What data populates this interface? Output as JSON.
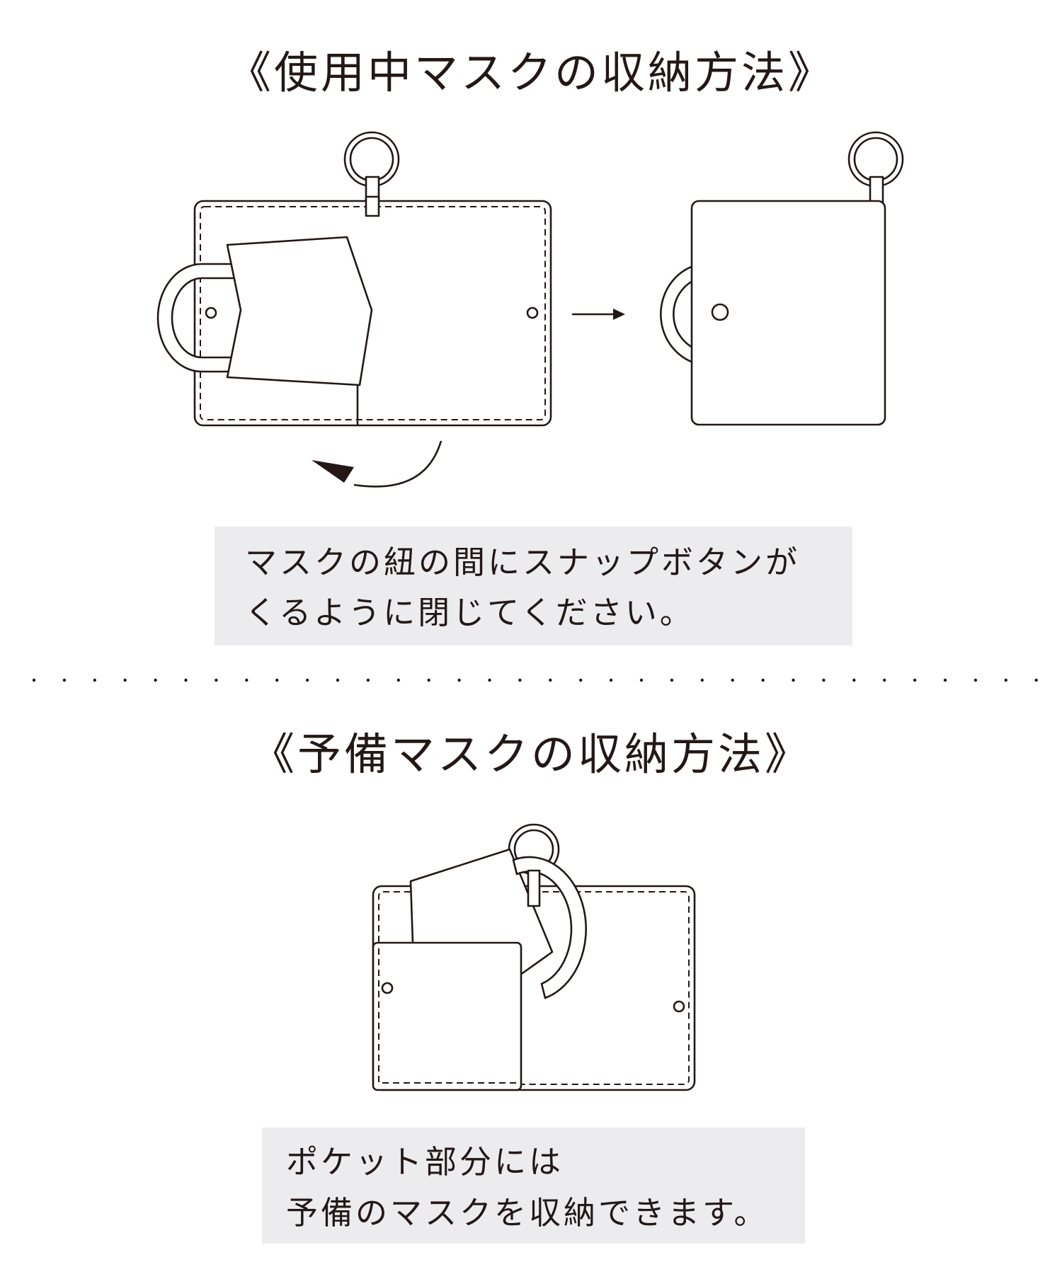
{
  "section1": {
    "title": "《使用中マスクの収納方法》",
    "note_lines": [
      "マスクの紐の間にスナップボタンが",
      "くるように閉じてください。"
    ]
  },
  "section2": {
    "title": "《予備マスクの収納方法》",
    "note_lines": [
      "ポケット部分には",
      "予備のマスクを収納できます。"
    ]
  },
  "colors": {
    "ink": "#231815",
    "note_bg": "#ececef"
  }
}
